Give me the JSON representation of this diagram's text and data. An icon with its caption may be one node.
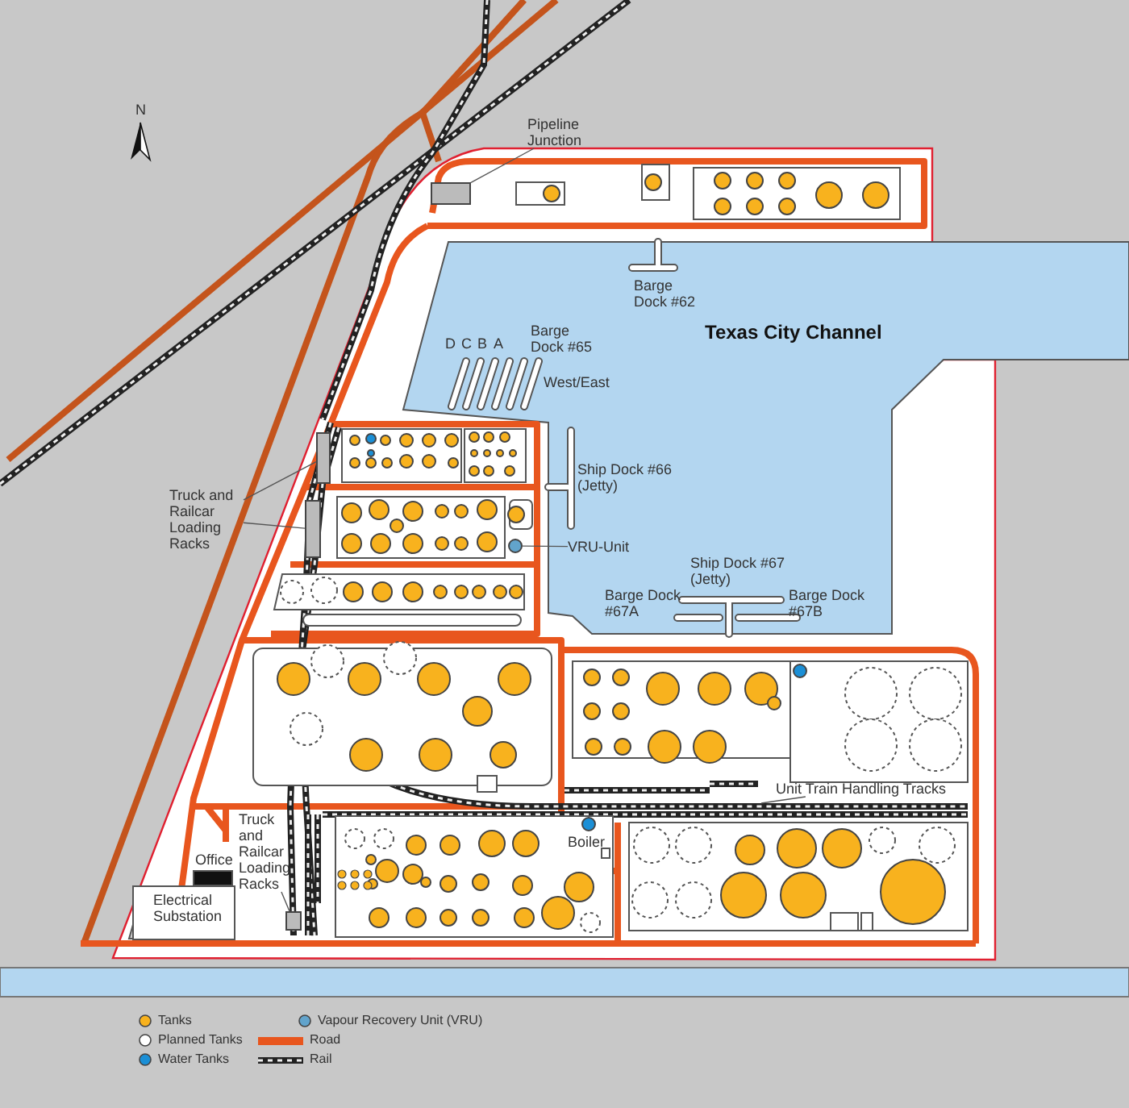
{
  "diagram": {
    "nodes": [
      {
        "text": [
          "Pipeline Junction"
        ]
      },
      {
        "text": [],
        "shape": "box"
      },
      {
        "text": [
          "Truck and Railcar Loading Racks"
        ]
      },
      {
        "text": [],
        "shape": "box"
      },
      {
        "text": [],
        "shape": "box"
      },
      {
        "text": [
          "VRU-Unit"
        ]
      },
      {
        "text": [],
        "shape": "circle"
      },
      {
        "text": [
          "Truck and Railcar Loading Racks"
        ]
      },
      {
        "text": [],
        "shape": "box"
      },
      {
        "text": [
          "Unit Train Handling Tracks"
        ]
      },
      {
        "text": [
          "Electrical Substation"
        ]
      }
    ],
    "edges": [
      {
        "from": 0,
        "to": 1,
        "arrow": "none"
      },
      {
        "from": 2,
        "to": 3,
        "arrow": "none"
      },
      {
        "from": 2,
        "to": 4,
        "arrow": "none"
      },
      {
        "from": 5,
        "to": 6,
        "arrow": "none"
      },
      {
        "from": 7,
        "to": 8,
        "arrow": "none"
      },
      {
        "from": 9,
        "to": null,
        "arrow": "none"
      }
    ],
    "labels": [
      "N",
      "Texas City Channel",
      "Barge Dock #62",
      "D",
      "C",
      "B",
      "A",
      "Barge Dock #65",
      "West/East",
      "Ship Dock #66 (Jetty)",
      "Ship Dock #67 (Jetty)",
      "Barge Dock #67A",
      "Barge Dock #67B",
      "Office",
      "Boiler"
    ],
    "legend": [
      {
        "text": "Tanks",
        "color": "#f8b21e"
      },
      {
        "text": "Vapour Recovery Unit (VRU)",
        "color": "#62a4cc"
      },
      {
        "text": "Planned Tanks",
        "color": "#ffffff"
      },
      {
        "text": "Road"
      },
      {
        "text": "Water Tanks",
        "color": "#1b8fd6"
      },
      {
        "text": "Rail"
      }
    ]
  }
}
